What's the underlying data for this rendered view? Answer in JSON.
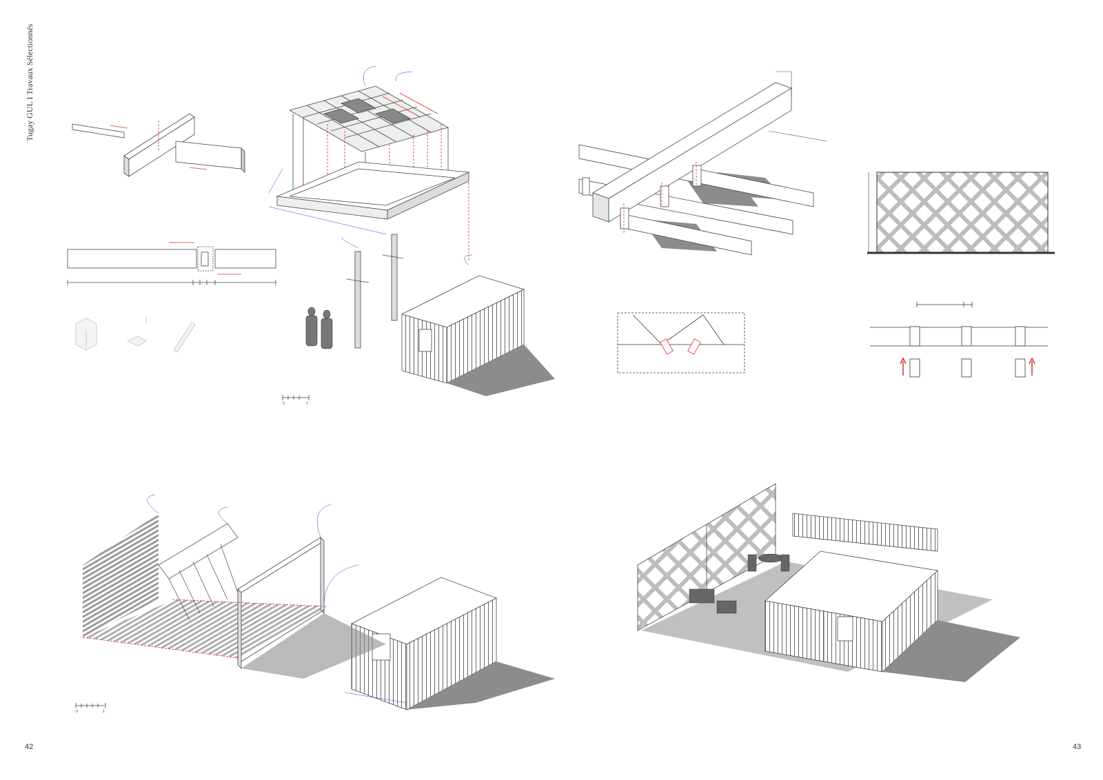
{
  "header": {
    "side_title": "Tugay GUL I Travaux Sélectionnés"
  },
  "footer": {
    "page_left": "42",
    "page_right": "43"
  },
  "colors": {
    "accent": "#d9302c",
    "annotation": "#2a3fd0",
    "line": "#444444",
    "shadow": "#8c8c8c"
  },
  "scales": [
    {
      "start": "0",
      "end": "1"
    },
    {
      "start": "0",
      "end": "1"
    }
  ]
}
